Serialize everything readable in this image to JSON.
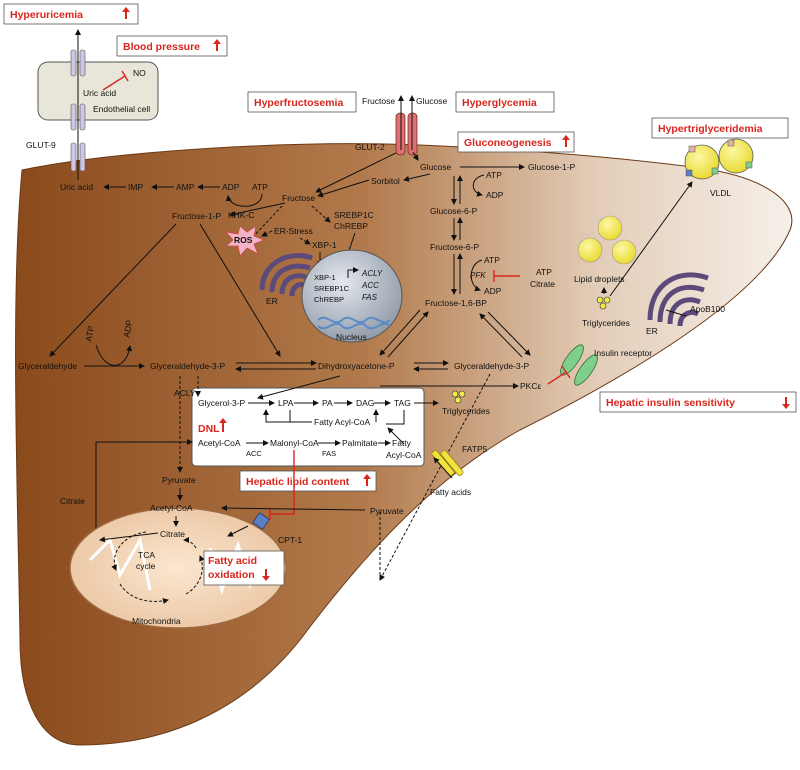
{
  "effects": {
    "hyperuricemia": "Hyperuricemia",
    "blood_pressure": "Blood pressure",
    "hyperfructosemia": "Hyperfructosemia",
    "hyperglycemia": "Hyperglycemia",
    "gluconeogenesis": "Gluconeogenesis",
    "hypertriglyceridemia": "Hypertriglyceridemia",
    "hepatic_insulin_sensitivity": "Hepatic insulin sensitivity",
    "hepatic_lipid_content": "Hepatic lipid content",
    "dnl": "DNL",
    "fatty_acid_oxidation_1": "Fatty acid",
    "fatty_acid_oxidation_2": "oxidation"
  },
  "endothelium": {
    "no": "NO",
    "uric_acid": "Uric acid",
    "cell": "Endothelial cell",
    "glut9": "GLUT-9"
  },
  "transport": {
    "glut2": "GLUT-2",
    "fructose_out": "Fructose",
    "glucose_out": "Glucose",
    "fatp5": "FATP5",
    "fatty_acids": "Fatty acids",
    "insulin_receptor": "Insulin receptor"
  },
  "purine": {
    "uric_acid": "Uric acid",
    "imp": "IMP",
    "amp": "AMP",
    "adp": "ADP",
    "atp": "ATP",
    "khk": "KHK-C"
  },
  "fructolysis": {
    "fructose": "Fructose",
    "sorbitol": "Sorbitol",
    "fructose_1p": "Fructose-1-P",
    "glyceraldehyde": "Glyceraldehyde",
    "atp": "ATP",
    "adp": "ADP",
    "glyceraldehyde_3p": "Glyceraldehyde-3-P",
    "dhap": "Dihydroxyacetone-P",
    "glyceraldehyde_3p_right": "Glyceraldehyde-3-P"
  },
  "glycolysis": {
    "glucose": "Glucose",
    "glucose_1p": "Glucose-1-P",
    "atp1": "ATP",
    "adp1": "ADP",
    "glucose_6p": "Glucose-6-P",
    "fructose_6p": "Fructose-6-P",
    "atp2": "ATP",
    "pfk": "PFK",
    "adp2": "ADP",
    "atp_inh": "ATP",
    "citrate_inh": "Citrate",
    "fructose_16bp": "Fructose-1,6-BP"
  },
  "nucleus": {
    "ros": "ROS",
    "er_stress": "ER-Stress",
    "xbp1": "XBP-1",
    "srebp": "SREBP1C",
    "chrebp": "ChREBP",
    "in_xbp1": "XBP-1",
    "in_srebp": "SREBP1C",
    "in_chrebp": "ChREBP",
    "acly": "ACLY",
    "acc": "ACC",
    "fas": "FAS",
    "nucleus_label": "Nucleus",
    "er": "ER"
  },
  "lipogenesis": {
    "glycerol_3p": "Glycerol-3-P",
    "lpa": "LPA",
    "pa": "PA",
    "dag": "DAG",
    "tag": "TAG",
    "fatty_acyl_coa": "Fatty Acyl-CoA",
    "acetyl_coa": "Acetyl-CoA",
    "acc": "ACC",
    "malonyl_coa": "Malonyl-CoA",
    "fas": "FAS",
    "palmitate": "Palmitate",
    "fatty_1": "Fatty",
    "fatty_2": "Acyl-CoA",
    "triglycerides": "Triglycerides",
    "pkc": "PKCε",
    "acly": "ACLY"
  },
  "mito": {
    "pyruvate_top": "Pyruvate",
    "pyruvate_right": "Pyruvate",
    "citrate": "Citrate",
    "acetyl_coa": "Acetyl-CoA",
    "citrate_in": "Citrate",
    "tca_1": "TCA",
    "tca_2": "cycle",
    "mitochondria": "Mitochondria",
    "cpt1": "CPT-1"
  },
  "vldl": {
    "vldl": "VLDL",
    "lipid_droplets": "Lipid droplets",
    "triglycerides": "Triglycerides",
    "er": "ER",
    "apob100": "ApoB100"
  },
  "colors": {
    "liver_dark": "#8a4a1c",
    "liver_light": "#f4ede6",
    "effect_red": "#d9261c",
    "er_purple": "#5b4a7a",
    "lipid_yellow": "#f3e84a"
  }
}
